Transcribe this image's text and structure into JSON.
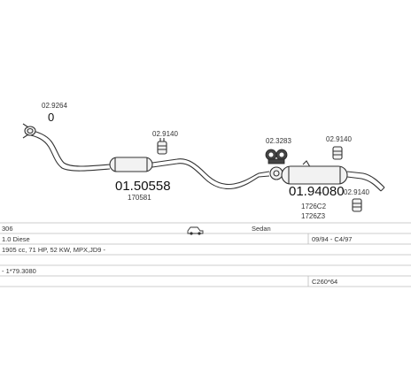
{
  "parts": {
    "p_front_pipe": {
      "code": "02.9264",
      "qty": "0"
    },
    "p_clamp_1": {
      "code": "02.9140"
    },
    "p_mid_silencer": {
      "code": "01.50558",
      "ref": "170581"
    },
    "p_mount": {
      "code": "02.3283"
    },
    "p_clamp_2": {
      "code": "02.9140"
    },
    "p_clamp_3": {
      "code": "02.9140"
    },
    "p_rear_silencer": {
      "code": "01.94080",
      "ref1": "1726C2",
      "ref2": "1726Z3"
    }
  },
  "info_rows": [
    {
      "left": "306",
      "mid": "",
      "right": "Sedan"
    },
    {
      "left": "1.0 Diese",
      "right": "09/94 - C4/97"
    },
    {
      "left": "1905 cc, 71 HP, 52 KW, MPX,JD9 -"
    },
    {
      "left": ""
    },
    {
      "left": "- 1*79.3080"
    },
    {
      "left": "",
      "right": "C260*64"
    }
  ],
  "icons": {
    "car": "car-icon"
  }
}
